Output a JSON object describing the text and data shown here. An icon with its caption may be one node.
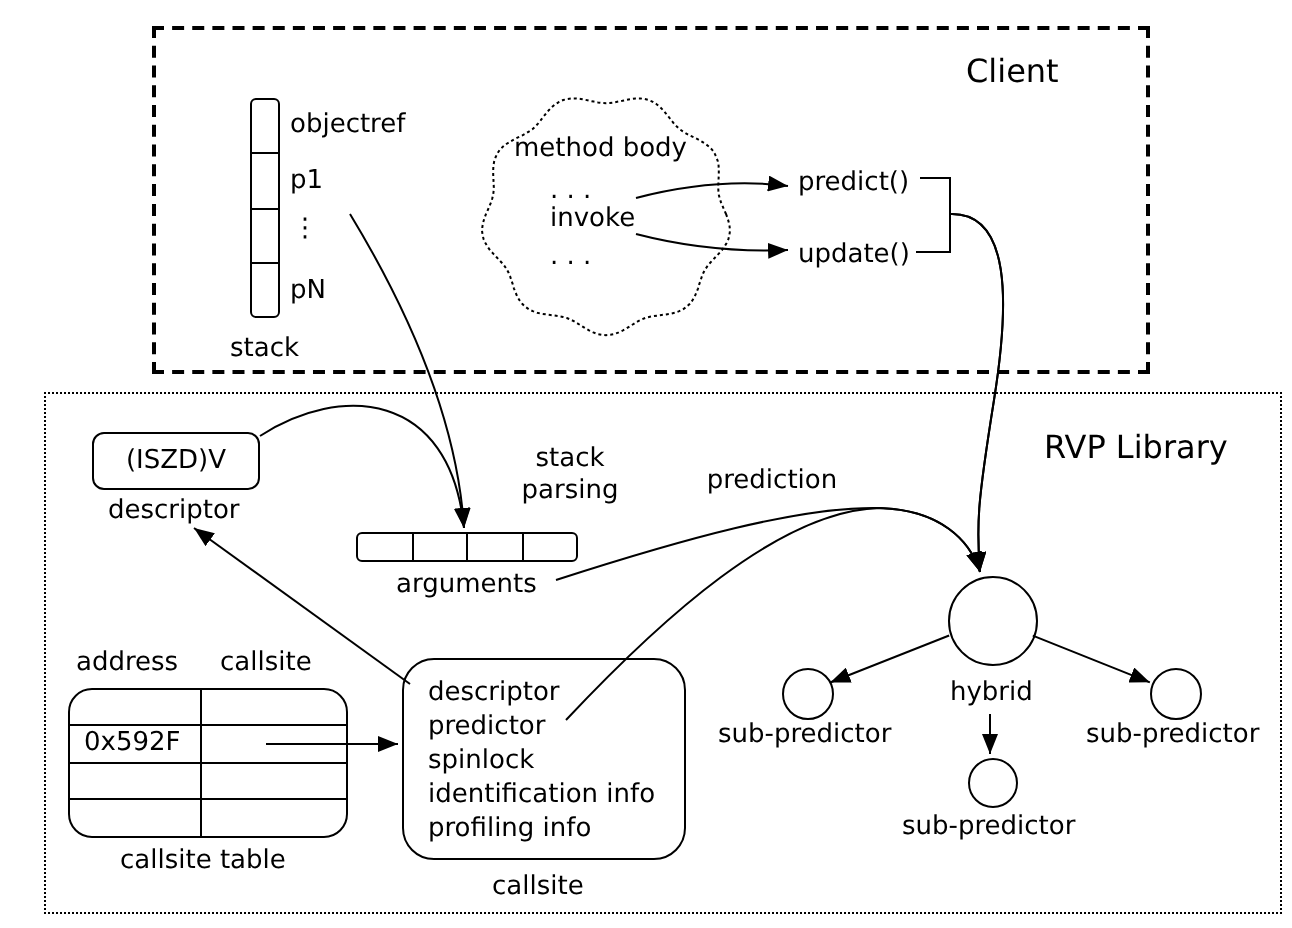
{
  "diagram": {
    "nodes": [
      {
        "text": [
          "Client"
        ]
      },
      {
        "text": [],
        "shape": "bar",
        "in": 0,
        "beside": [
          "objectref",
          "p1",
          "⋮",
          "pN",
          "stack"
        ]
      },
      {
        "text": [
          "method body",
          ". . .",
          "invoke",
          ". . ."
        ],
        "in": 0
      },
      {
        "text": [
          "predict()"
        ],
        "in": 0
      },
      {
        "text": [
          "update()"
        ],
        "in": 0
      },
      {
        "text": [
          "RVP Library"
        ]
      },
      {
        "text": [
          "(ISZD)V"
        ],
        "in": 5,
        "beside": [
          "descriptor"
        ]
      },
      {
        "text": [],
        "shape": "bar",
        "in": 5,
        "beside": [
          "arguments"
        ]
      },
      {
        "text": [
          "0x592F"
        ],
        "in": 5,
        "beside": [
          "address",
          "callsite",
          "callsite table"
        ]
      },
      {
        "text": [
          "descriptor",
          "predictor",
          "spinlock",
          "identification info",
          "profiling info"
        ],
        "in": 5,
        "beside": [
          "callsite"
        ]
      },
      {
        "text": [],
        "shape": "circle",
        "in": 5,
        "beside": [
          "hybrid"
        ]
      },
      {
        "text": [],
        "shape": "circle",
        "in": 5,
        "beside": [
          "sub-predictor"
        ]
      },
      {
        "text": [],
        "shape": "circle",
        "in": 5,
        "beside": [
          "sub-predictor"
        ]
      },
      {
        "text": [],
        "shape": "circle",
        "in": 5,
        "beside": [
          "sub-predictor"
        ]
      }
    ],
    "edges": [
      {
        "from": 1,
        "to": 7,
        "arrow": "to",
        "label": "stack parsing"
      },
      {
        "from": 2,
        "to": 3,
        "arrow": "to"
      },
      {
        "from": 2,
        "to": 4,
        "arrow": "to"
      },
      {
        "from": 3,
        "to": 10,
        "arrow": "to"
      },
      {
        "from": 4,
        "to": 10,
        "arrow": "to"
      },
      {
        "from": 6,
        "to": 7,
        "arrow": "to"
      },
      {
        "from": 7,
        "to": 10,
        "arrow": "to",
        "label": "prediction"
      },
      {
        "from": 9,
        "to": 10,
        "arrow": "to"
      },
      {
        "from": 9,
        "to": 6,
        "arrow": "to"
      },
      {
        "from": 8,
        "to": 9,
        "arrow": "to"
      },
      {
        "from": 10,
        "to": 11,
        "arrow": "to"
      },
      {
        "from": 10,
        "to": 13,
        "arrow": "to"
      },
      {
        "from": 10,
        "to": 12,
        "arrow": "to"
      }
    ]
  }
}
